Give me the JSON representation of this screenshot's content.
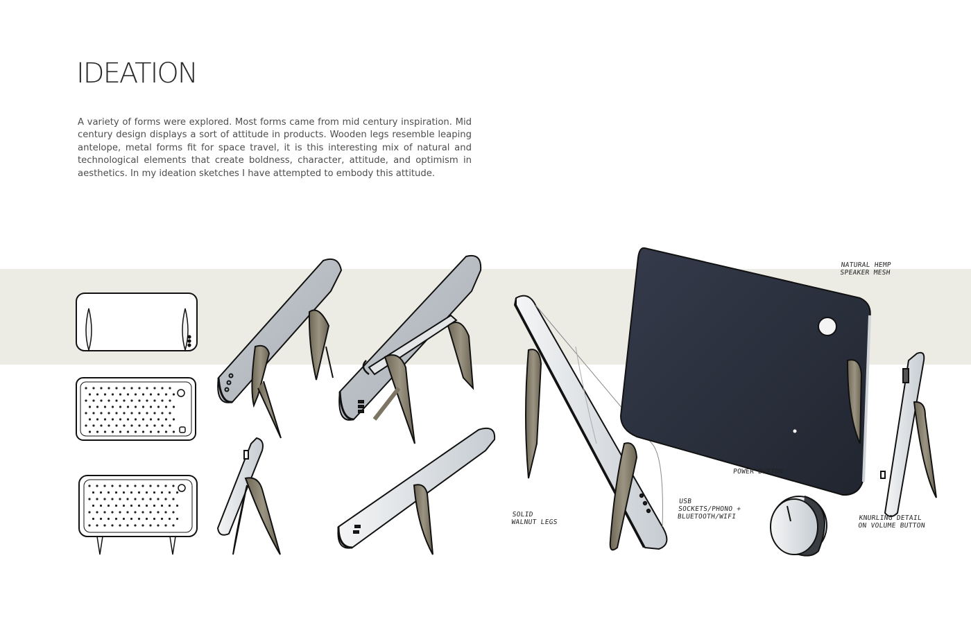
{
  "page": {
    "title": "IDEATION",
    "intro": "A variety of forms were explored. Most forms came from mid century inspiration. Mid century design displays a sort of attitude in products. Wooden legs resemble leaping antelope, metal forms fit for space travel, it is this interesting mix of natural and technological elements that create boldness, character, attitude, and optimism in aesthetics. In my ideation sketches I have attempted to embody this attitude."
  },
  "annotations": {
    "mesh": "Natural Hemp Speaker Mesh",
    "power": "Power Button",
    "legs": "Solid Walnut Legs",
    "sockets": "USB Sockets/Phono + Bluetooth/Wifi",
    "knurling": "Knurling Detail On Volume Button"
  },
  "colors": {
    "band": "#ecebe4",
    "walnut": "#8a8270",
    "mesh_dark": "#2b3140",
    "body_grey": "#b9bec3"
  }
}
